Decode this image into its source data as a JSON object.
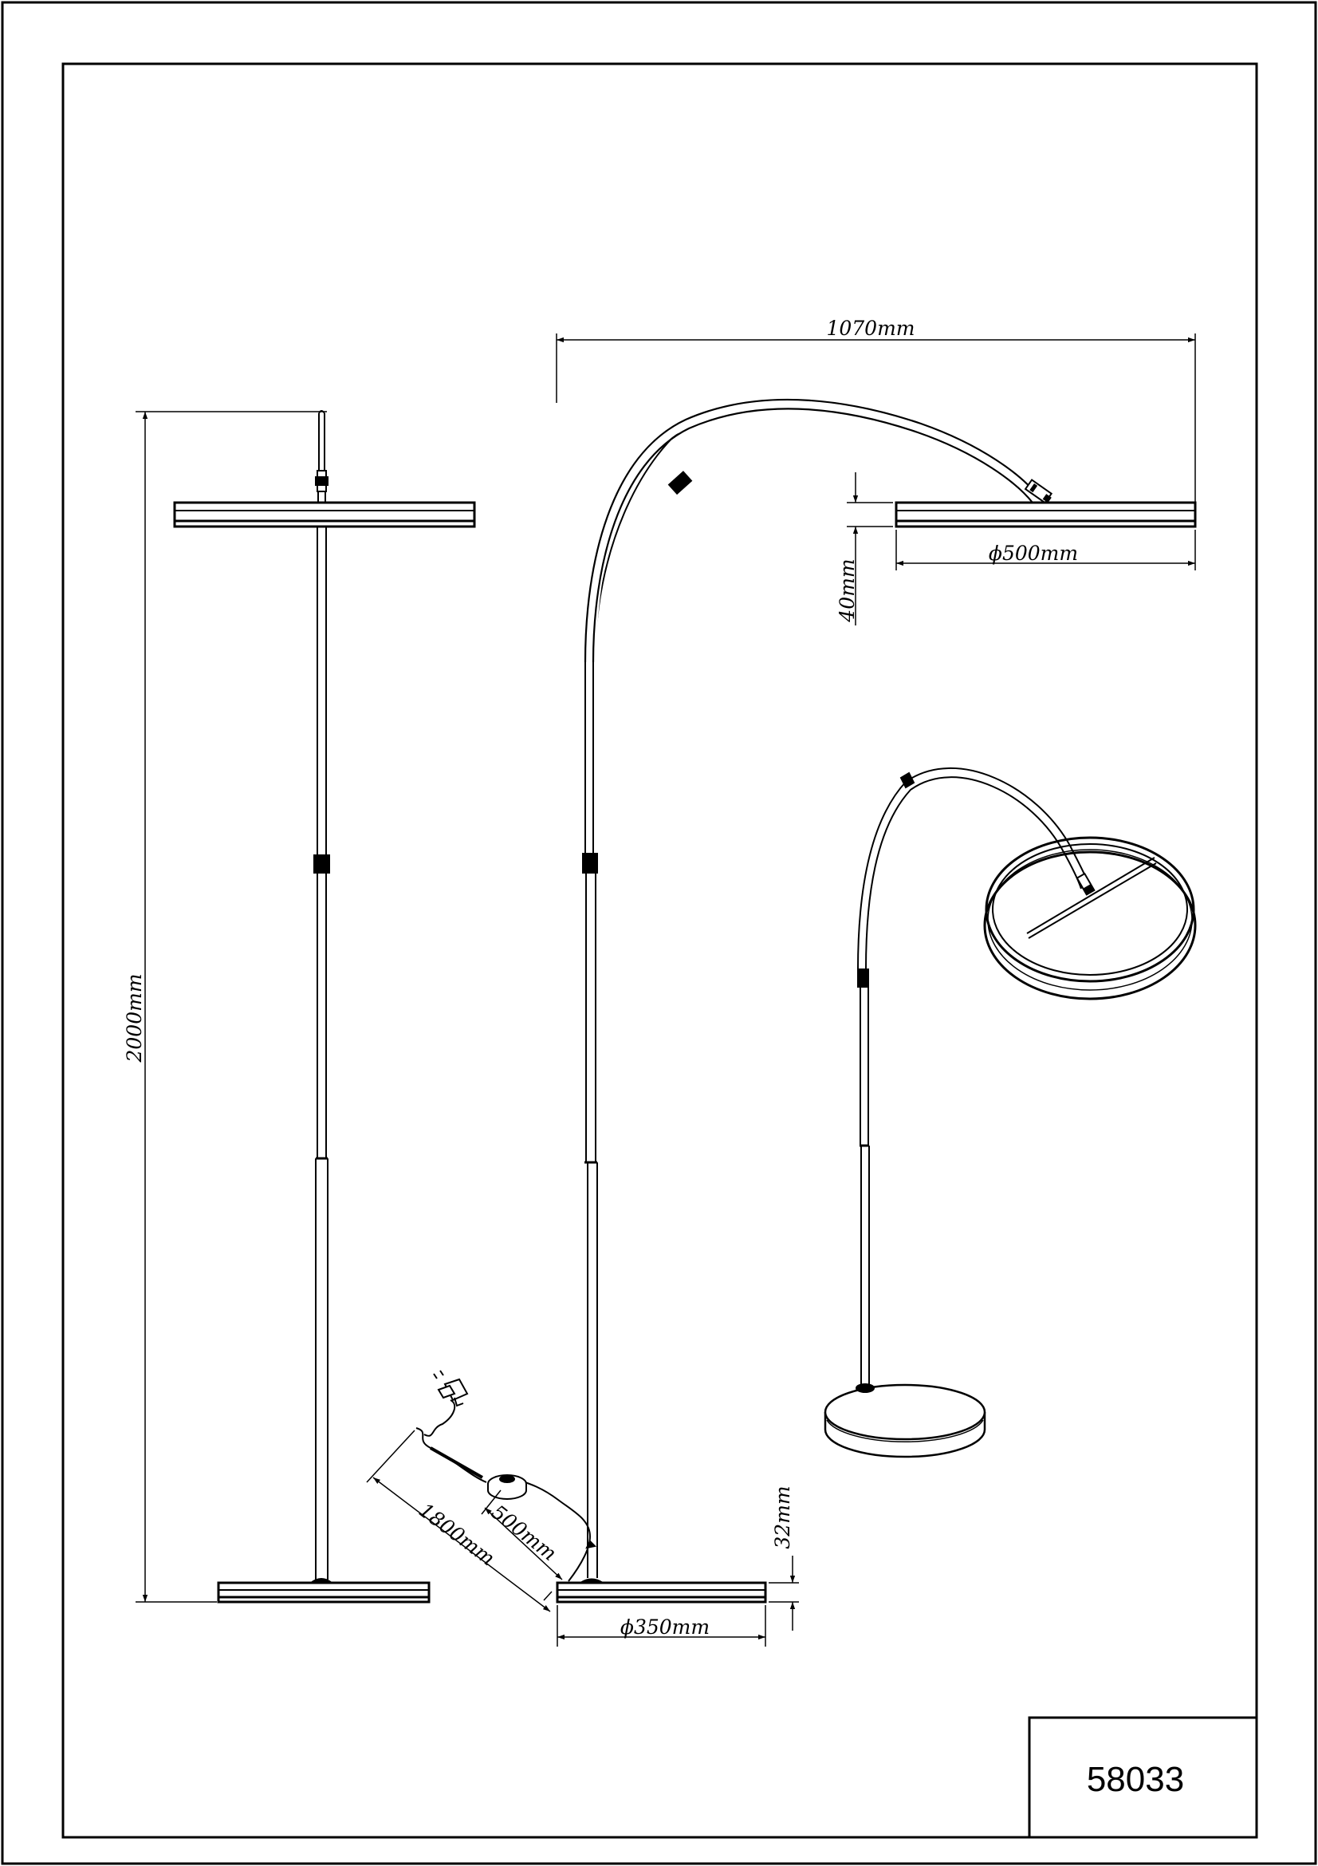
{
  "drawing": {
    "part_number": "58033",
    "line_color": "#000000",
    "background_color": "#ffffff"
  },
  "dimensions": {
    "height": "2000mm",
    "arm_reach": "1070mm",
    "shade_diameter": "ϕ500mm",
    "shade_thickness": "40mm",
    "base_diameter": "ϕ350mm",
    "base_thickness": "32mm",
    "cable_length": "1800mm",
    "switch_cable": "500mm"
  }
}
